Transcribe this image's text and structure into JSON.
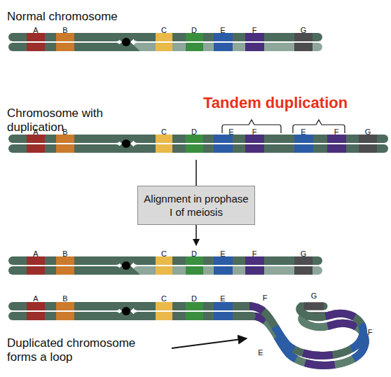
{
  "diagram": {
    "nodes": [
      {
        "text": [
          "Alignment in prophase I of meiosis"
        ]
      }
    ],
    "edges": [],
    "labels": [
      "Normal chromosome",
      "A",
      "B",
      "C",
      "D",
      "E",
      "F",
      "G",
      "Chromosome with duplication",
      "Tandem duplication",
      "A",
      "B",
      "C",
      "D",
      "E",
      "F",
      "E",
      "F",
      "G",
      "A",
      "B",
      "C",
      "D",
      "E",
      "F",
      "G",
      "A",
      "B",
      "C",
      "D",
      "E",
      "F",
      "G",
      "E",
      "F",
      "Duplicated chromosome forms a loop"
    ]
  }
}
